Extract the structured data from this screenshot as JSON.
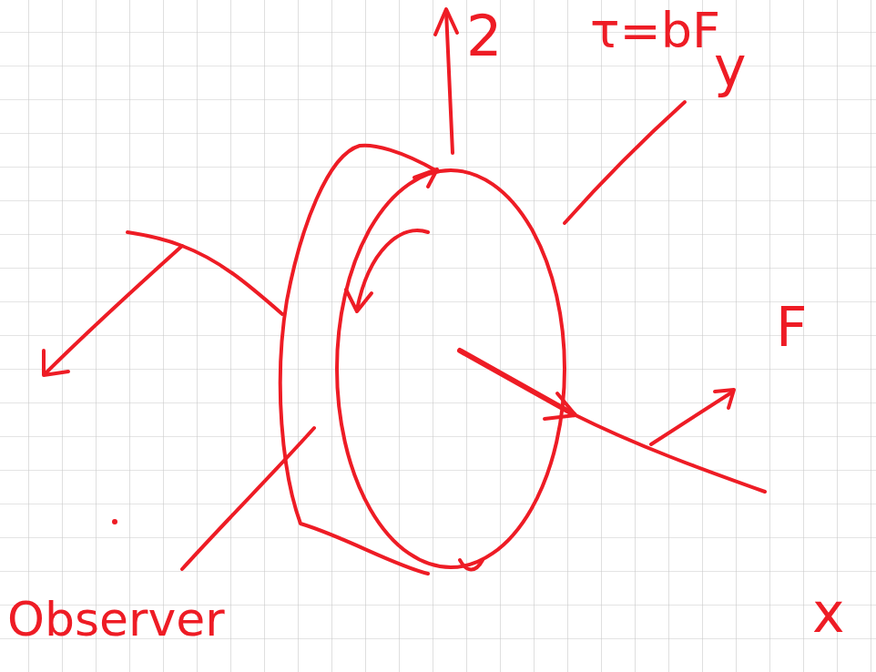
{
  "diagram": {
    "labels": [
      "2",
      "τ=bF",
      "y",
      "F",
      "x",
      "Observer"
    ]
  }
}
